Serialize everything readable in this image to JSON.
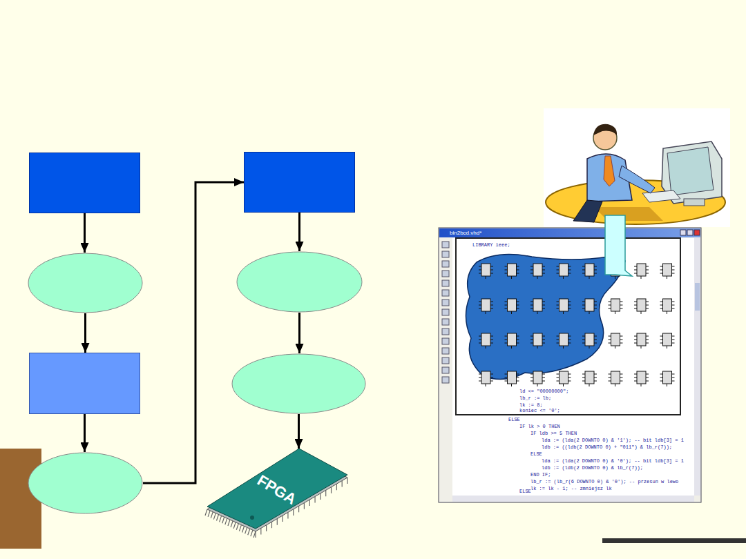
{
  "diagram": {
    "nodes": [
      {
        "text": []
      },
      {
        "text": []
      },
      {
        "text": []
      },
      {
        "text": []
      },
      {
        "text": []
      },
      {
        "text": []
      },
      {
        "text": []
      },
      {
        "text": [
          "FPGA"
        ]
      }
    ],
    "edges": [
      {
        "from": 0,
        "to": 1,
        "arrow": "to"
      },
      {
        "from": 1,
        "to": 2,
        "arrow": "to"
      },
      {
        "from": 2,
        "to": 3,
        "arrow": "to"
      },
      {
        "from": 3,
        "to": 4,
        "arrow": "to"
      },
      {
        "from": 4,
        "to": 5,
        "arrow": "to"
      },
      {
        "from": 5,
        "to": 6,
        "arrow": "to"
      },
      {
        "from": 6,
        "to": 7,
        "arrow": "to"
      }
    ],
    "labels": [
      "bin2bcd.vhd*",
      "LIBRARY ieee;",
      "ld <= \"00000000\";",
      "lb_r := lb;",
      "lk := 8;",
      "koniec <= '0';",
      "ELSE",
      "IF lk > 0 THEN",
      "IF ldb >= 5 THEN",
      "lda := (lda(2 DOWNTO 0) & '1'); -- bit ldb[3] = 1",
      "ldb := ((ldb(2 DOWNTO 0) + \"011\") & lb_r(7));",
      "ELSE",
      "lda := (lda(2 DOWNTO 0) & '0'); -- bit ldb[3] = 1",
      "ldb := (ldb(2 DOWNTO 0) & lb_r(7));",
      "END IF;",
      "lb_r := (lb_r(6 DOWNTO 0) & '0'); -- przesun w lewo",
      "lk := lk - 1; -- zmniejsz lk",
      "ELSE"
    ]
  }
}
